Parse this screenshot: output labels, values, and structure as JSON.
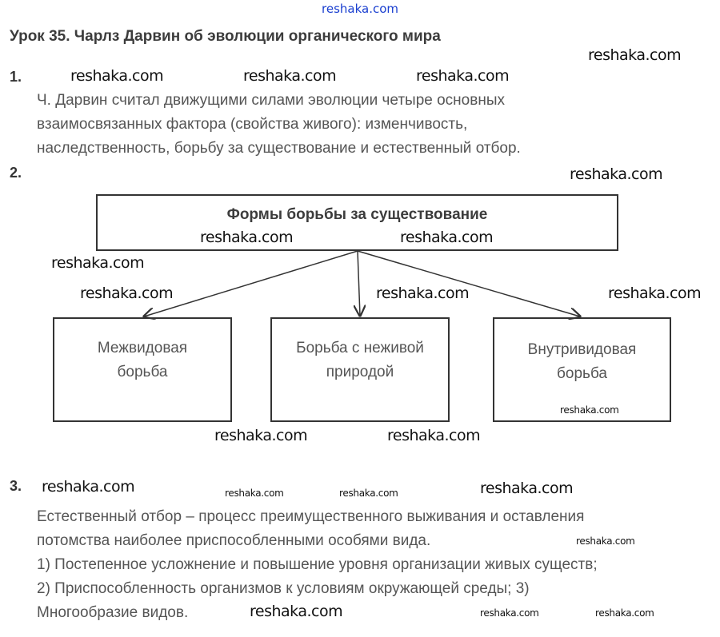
{
  "title": "Урок 35. Чарлз Дарвин об эволюции органического мира",
  "sections": [
    {
      "number": "1.",
      "lines": [
        "Ч. Дарвин считал движущими силами эволюции четыре основных",
        "взаимосвязанных фактора (свойства живого): изменчивость,",
        "наследственность, борьбу за существование и естественный отбор."
      ]
    },
    {
      "number": "2.",
      "diagram": {
        "root": "Формы борьбы за существование",
        "children": [
          {
            "line1": "Межвидовая",
            "line2": "борьба"
          },
          {
            "line1": "Борьба с неживой",
            "line2": "природой"
          },
          {
            "line1": "Внутривидовая",
            "line2": "борьба"
          }
        ]
      }
    },
    {
      "number": "3.",
      "lines": [
        "Естественный отбор – процесс преимущественного выживания и оставления",
        "потомства наиболее приспособленными особями вида.",
        "1) Постепенное усложнение и повышение уровня организации живых существ;",
        "2) Приспособленность организмов к условиям окружающей среды; 3)",
        "Многообразие видов."
      ]
    }
  ],
  "watermark": "reshaka.com",
  "colors": {
    "text": "#555555",
    "title": "#3c3c3c",
    "watermark_top": "#1a3fd0"
  }
}
